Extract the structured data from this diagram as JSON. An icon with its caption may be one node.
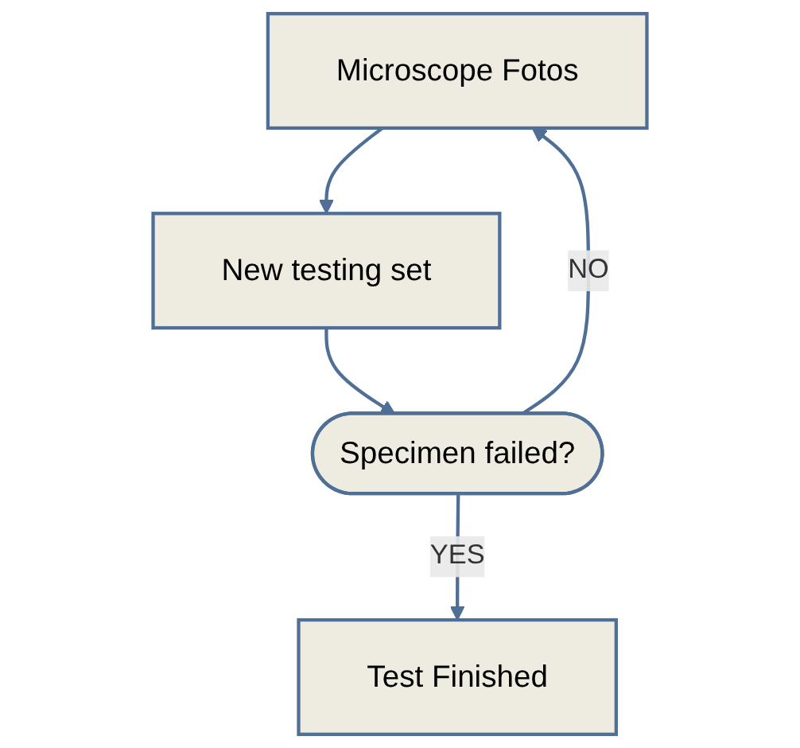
{
  "diagram": {
    "nodes": [
      {
        "text": [
          "Microscope Fotos"
        ]
      },
      {
        "text": [
          "New testing set"
        ]
      },
      {
        "text": [
          "Specimen failed?"
        ]
      },
      {
        "text": [
          "Test Finished"
        ]
      }
    ],
    "edges": [
      {
        "from": 0,
        "to": 1,
        "arrow": "to"
      },
      {
        "from": 1,
        "to": 2,
        "arrow": "to"
      },
      {
        "from": 2,
        "to": 0,
        "arrow": "to",
        "label": "NO"
      },
      {
        "from": 2,
        "to": 3,
        "arrow": "to",
        "label": "YES"
      }
    ]
  }
}
